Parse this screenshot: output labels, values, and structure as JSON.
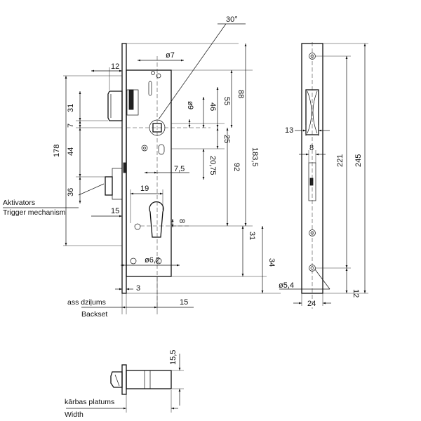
{
  "labels": {
    "angle": "30°",
    "dia_7": "ø7",
    "dim_12_top": "12",
    "dim_88": "88",
    "dim_55": "55",
    "dim_46": "46",
    "dim_9": "9",
    "dim_25": "25",
    "dim_92": "92",
    "dim_1835": "183,5",
    "dim_2075": "20,75",
    "dim_75": "7,5",
    "dim_31_top": "31",
    "dim_7": "7",
    "dim_44": "44",
    "dim_178": "178",
    "dim_36": "36",
    "dim_19": "19",
    "dim_15_mid": "15",
    "dim_8_cyl": "8",
    "dim_31_low": "31",
    "dia_62": "ø6,2",
    "dim_34": "34",
    "dim_3": "3",
    "dim_15_back": "15",
    "dim_13": "13",
    "dim_8_face": "8",
    "dim_221": "221",
    "dim_245": "245",
    "dia_54": "ø5,4",
    "dim_24": "24",
    "dim_12_face": "12",
    "dim_155": "15,5",
    "aktivators": "Aktivators",
    "trigger": "Trigger mechanism",
    "ass_dzilums": "ass dziļums",
    "backset": "Backset",
    "karbas_platums": "kārbas platums",
    "width": "Width"
  }
}
